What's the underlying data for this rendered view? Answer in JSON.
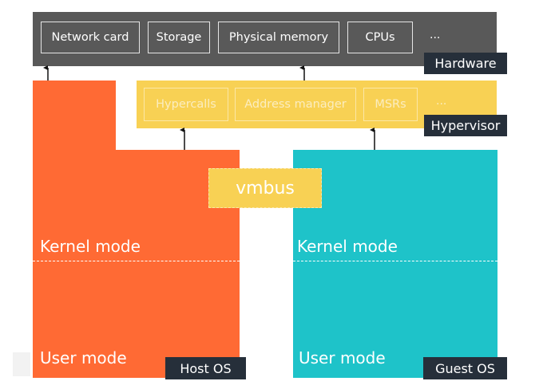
{
  "hardware": {
    "items": [
      "Network card",
      "Storage",
      "Physical memory",
      "CPUs"
    ],
    "ellipsis": "...",
    "label": "Hardware"
  },
  "hypervisor": {
    "items": [
      "Hypercalls",
      "Address manager",
      "MSRs"
    ],
    "ellipsis": "...",
    "label": "Hypervisor"
  },
  "vmbus": {
    "label": "vmbus"
  },
  "host_os": {
    "label": "Host OS",
    "kernel_mode": "Kernel mode",
    "user_mode": "User mode"
  },
  "guest_os": {
    "label": "Guest OS",
    "kernel_mode": "Kernel mode",
    "user_mode": "User mode"
  },
  "colors": {
    "hardware": "#595959",
    "hypervisor": "#f8d154",
    "host_os": "#ff6a34",
    "guest_os": "#1ec3c9",
    "label_tag": "#262f3a"
  }
}
